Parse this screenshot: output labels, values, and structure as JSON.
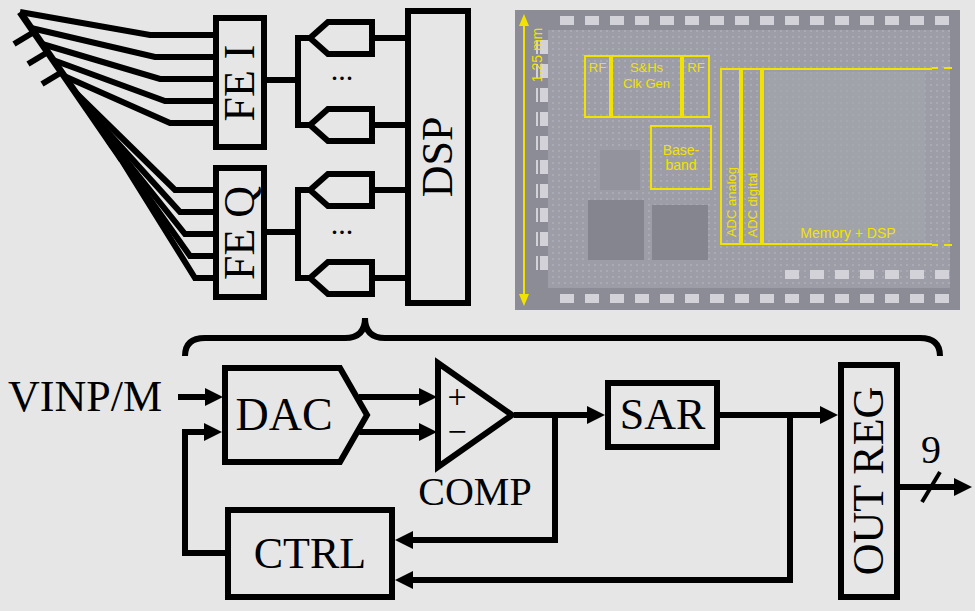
{
  "diagram": {
    "nodes": [
      {
        "text": [
          "FE I"
        ]
      },
      {
        "text": [
          "FE Q"
        ]
      },
      {
        "text": [
          "DSP"
        ]
      },
      {
        "text": [
          "RF"
        ]
      },
      {
        "text": [
          "S&Hs",
          "Clk Gen"
        ]
      },
      {
        "text": [
          "RF"
        ]
      },
      {
        "text": [
          "Base-band"
        ]
      },
      {
        "text": [
          "ADC analog"
        ]
      },
      {
        "text": [
          "ADC digital"
        ]
      },
      {
        "text": [
          "Memory + DSP"
        ]
      },
      {
        "text": [
          "DAC"
        ]
      },
      {
        "text": [
          "COMP",
          "+",
          "−"
        ]
      },
      {
        "text": [
          "SAR"
        ]
      },
      {
        "text": [
          "OUT REG"
        ]
      },
      {
        "text": [
          "CTRL"
        ]
      }
    ],
    "edges": [
      {
        "from": 10,
        "to": 11,
        "arrow": "to"
      },
      {
        "from": 10,
        "to": 11,
        "arrow": "to"
      },
      {
        "from": 11,
        "to": 12,
        "arrow": "to"
      },
      {
        "from": 12,
        "to": 13,
        "arrow": "to"
      },
      {
        "from": 11,
        "to": 14,
        "arrow": "to"
      },
      {
        "from": 12,
        "to": 14,
        "arrow": "to"
      },
      {
        "from": 14,
        "to": 10,
        "arrow": "to"
      }
    ],
    "labels": [
      "VINP/M",
      "1.25 mm",
      "...",
      "...",
      "9"
    ]
  }
}
